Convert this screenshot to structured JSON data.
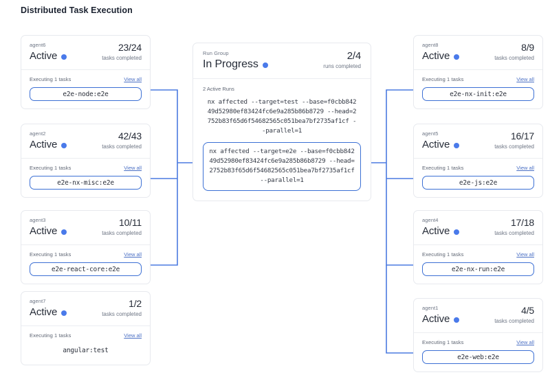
{
  "page": {
    "title": "Distributed Task Execution",
    "accent_color": "#3b6fd4",
    "status_dot_color": "#4a7aea",
    "card_border_color": "#e7e9ee"
  },
  "run_group": {
    "kicker": "Run Group",
    "status": "In Progress",
    "status_dot": "status-dot-blue",
    "count": "2/4",
    "count_label": "runs completed",
    "active_runs_label": "2 Active Runs",
    "runs": [
      {
        "command": "nx affected --target=test --base=f0cbb84249d52980ef83424fc6e9a285b86b8729 --head=2752b83f65d6f54682565c051bea7bf2735af1cf --parallel=1",
        "highlighted": false
      },
      {
        "command": "nx affected --target=e2e --base=f0cbb84249d52980ef83424fc6e9a285b86b8729 --head=2752b83f65d6f54682565c051bea7bf2735af1cf --parallel=1",
        "highlighted": true
      }
    ]
  },
  "left_agents": [
    {
      "agent": "agent6",
      "status": "Active",
      "count": "23/24",
      "count_label": "tasks completed",
      "executing_label": "Executing 1 tasks",
      "view_all": "View all",
      "task": "e2e-node:e2e",
      "connected": true
    },
    {
      "agent": "agent2",
      "status": "Active",
      "count": "42/43",
      "count_label": "tasks completed",
      "executing_label": "Executing 1 tasks",
      "view_all": "View all",
      "task": "e2e-nx-misc:e2e",
      "connected": true
    },
    {
      "agent": "agent3",
      "status": "Active",
      "count": "10/11",
      "count_label": "tasks completed",
      "executing_label": "Executing 1 tasks",
      "view_all": "View all",
      "task": "e2e-react-core:e2e",
      "connected": true
    },
    {
      "agent": "agent7",
      "status": "Active",
      "count": "1/2",
      "count_label": "tasks completed",
      "executing_label": "Executing 1 tasks",
      "view_all": "View all",
      "task": "angular:test",
      "connected": false
    }
  ],
  "right_agents": [
    {
      "agent": "agent8",
      "status": "Active",
      "count": "8/9",
      "count_label": "tasks completed",
      "executing_label": "Executing 1 tasks",
      "view_all": "View all",
      "task": "e2e-nx-init:e2e",
      "connected": true
    },
    {
      "agent": "agent5",
      "status": "Active",
      "count": "16/17",
      "count_label": "tasks completed",
      "executing_label": "Executing 1 tasks",
      "view_all": "View all",
      "task": "e2e-js:e2e",
      "connected": true
    },
    {
      "agent": "agent4",
      "status": "Active",
      "count": "17/18",
      "count_label": "tasks completed",
      "executing_label": "Executing 1 tasks",
      "view_all": "View all",
      "task": "e2e-nx-run:e2e",
      "connected": true
    },
    {
      "agent": "agent1",
      "status": "Active",
      "count": "4/5",
      "count_label": "tasks completed",
      "executing_label": "Executing 1 tasks",
      "view_all": "View all",
      "task": "e2e-web:e2e",
      "connected": true
    }
  ]
}
